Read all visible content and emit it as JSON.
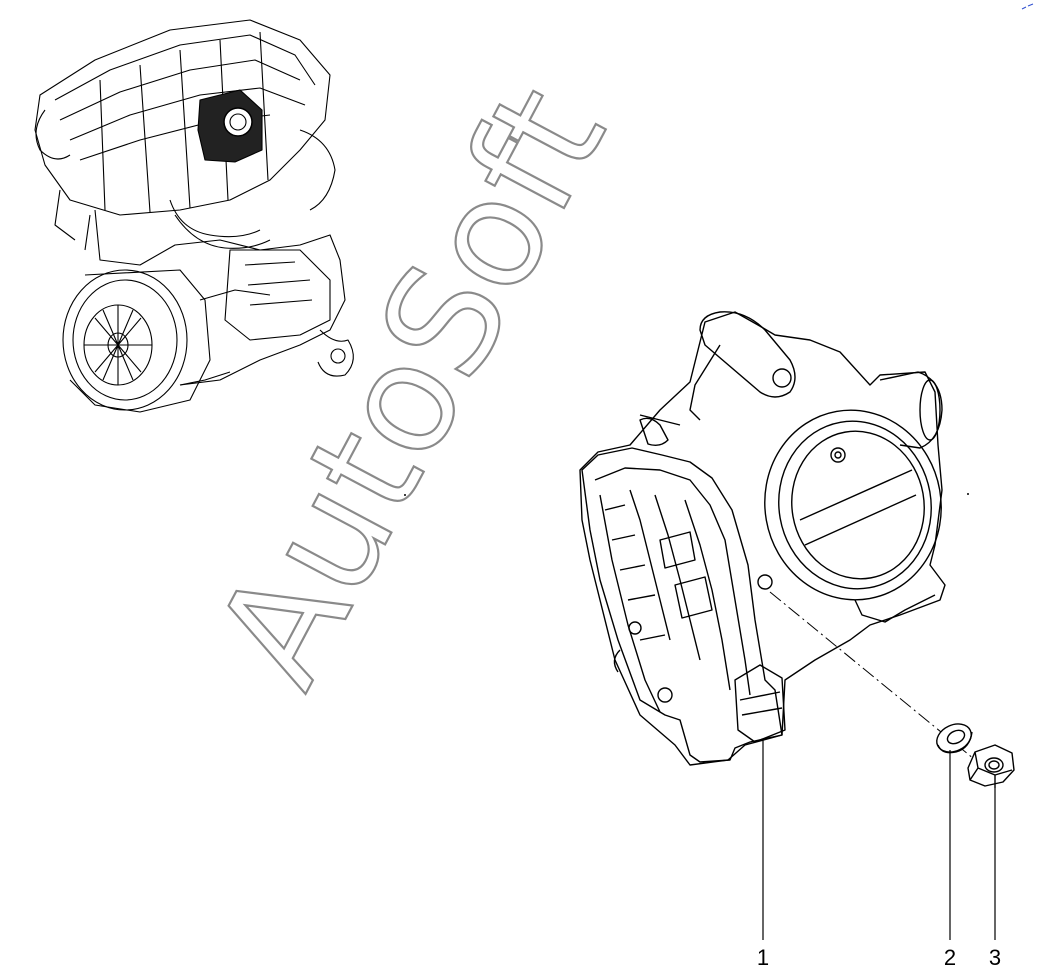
{
  "watermark": {
    "text": "AutoSoft"
  },
  "callouts": [
    {
      "number": "1"
    },
    {
      "number": "2"
    },
    {
      "number": "3"
    }
  ],
  "colors": {
    "line": "#000000",
    "background": "#ffffff",
    "watermark": "#8a8a8a"
  }
}
